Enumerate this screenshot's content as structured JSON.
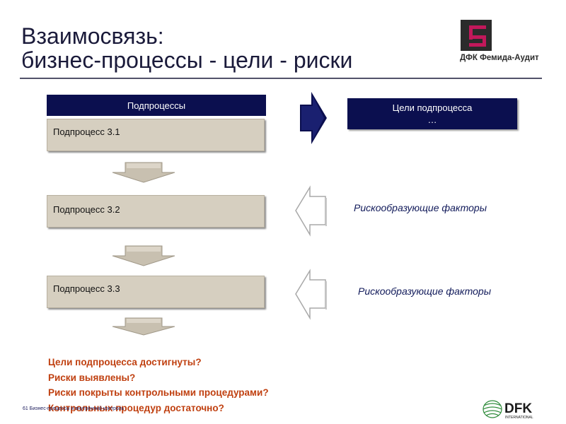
{
  "title": {
    "line1": "Взаимосвязь:",
    "line2": "бизнес-процессы - цели - риски"
  },
  "logo": {
    "text": "ДФК Фемида-Аудит"
  },
  "colors": {
    "navy": "#0b0f4f",
    "box_fill": "#d6cfc0",
    "question_text": "#c04010",
    "logo_accent": "#c2185b"
  },
  "process": {
    "header": "Подпроцессы",
    "steps": [
      "Подпроцесс 3.1",
      "Подпроцесс 3.2",
      "Подпроцесс 3.3"
    ]
  },
  "goals": {
    "label": "Цели подпроцесса",
    "ellipsis": "…"
  },
  "risk_factors": [
    "Рискообразующие факторы",
    "Рискообразующие факторы"
  ],
  "questions": [
    "Цели подпроцесса достигнуты?",
    "Риски выявлены?",
    "Риски покрыты контрольными процедурами?",
    "Контрольных процедур достаточно?"
  ],
  "footer": {
    "note": "61 Бизнес-процессы и внутренний контроль"
  },
  "dfk_logo": {
    "text": "DFK",
    "subtext": "INTERNATIONAL"
  }
}
